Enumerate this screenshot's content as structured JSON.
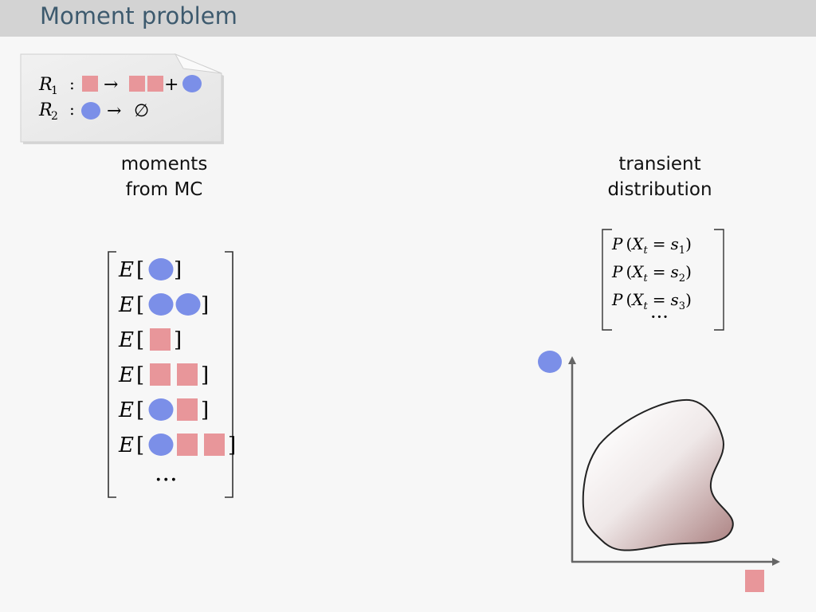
{
  "header": {
    "title": "Moment problem"
  },
  "reactions": [
    {
      "label": "R",
      "index": "1",
      "colon": ":",
      "arrow": "→",
      "plus": "+"
    },
    {
      "label": "R",
      "index": "2",
      "colon": ":",
      "arrow": "→",
      "empty": "∅"
    }
  ],
  "left_caption": {
    "line1": "moments",
    "line2": "from MC"
  },
  "right_caption": {
    "line1": "transient",
    "line2": "distribution"
  },
  "moments": {
    "expectation_symbol": "E",
    "open": "[",
    "close": "]",
    "ellipsis": "···",
    "rows": [
      [
        "circle"
      ],
      [
        "circle",
        "circle"
      ],
      [
        "square"
      ],
      [
        "square",
        "square"
      ],
      [
        "circle",
        "square"
      ],
      [
        "circle",
        "square",
        "square"
      ]
    ]
  },
  "probabilities": {
    "rows": [
      {
        "p": "P",
        "lpar": "(",
        "x": "X",
        "t": "t",
        "eq": "=",
        "s": "s",
        "k": "1",
        "rpar": ")"
      },
      {
        "p": "P",
        "lpar": "(",
        "x": "X",
        "t": "t",
        "eq": "=",
        "s": "s",
        "k": "2",
        "rpar": ")"
      },
      {
        "p": "P",
        "lpar": "(",
        "x": "X",
        "t": "t",
        "eq": "=",
        "s": "s",
        "k": "3",
        "rpar": ")"
      }
    ],
    "ellipsis": "···"
  },
  "colors": {
    "circle": "#7b8fe8",
    "square": "#e8969a",
    "header_bg": "#d3d3d3",
    "title": "#3d5a6e",
    "axis": "#666666"
  }
}
